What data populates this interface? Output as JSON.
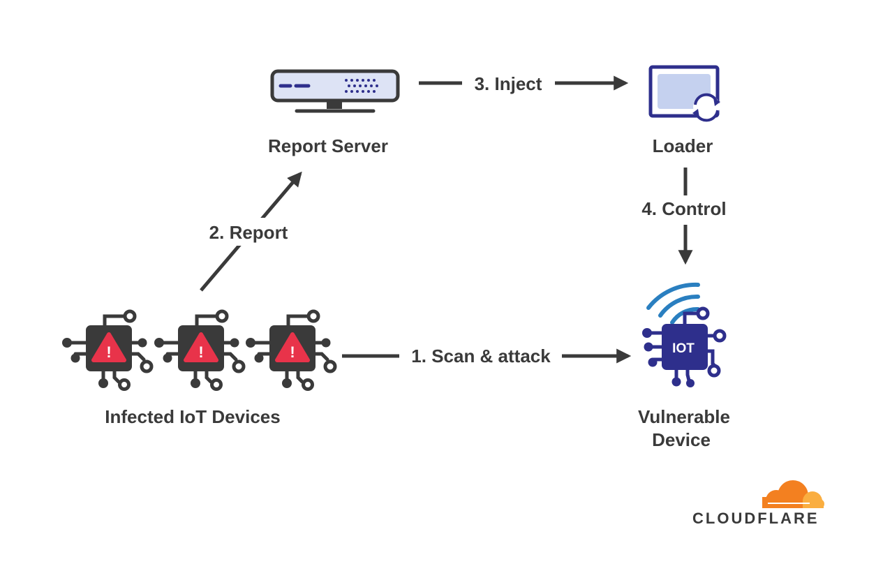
{
  "colors": {
    "text": "#3a3a3a",
    "arrow": "#3a3a3a",
    "navy": "#2e2f8c",
    "screen_fill": "#c5d1ef",
    "server_fill": "#dde3f5",
    "warning_red": "#e8334a",
    "device_dark": "#3a3a3a",
    "wifi_blue": "#2a7fc0",
    "cloud_orange": "#f38020",
    "cloud_light": "#faae40"
  },
  "nodes": {
    "report_server": {
      "label": "Report Server",
      "icon": "server-icon"
    },
    "loader": {
      "label": "Loader",
      "icon": "monitor-refresh-icon"
    },
    "infected": {
      "label": "Infected IoT Devices",
      "icon": "infected-chip-icon"
    },
    "vulnerable": {
      "label_line1": "Vulnerable",
      "label_line2": "Device",
      "icon": "iot-chip-icon",
      "chip_text": "IOT"
    }
  },
  "edges": {
    "scan": "1. Scan & attack",
    "report": "2. Report",
    "inject": "3. Inject",
    "control": "4. Control"
  },
  "warning_mark": "!",
  "brand": {
    "name": "CLOUDFLARE",
    "icon": "cloud-logo"
  }
}
